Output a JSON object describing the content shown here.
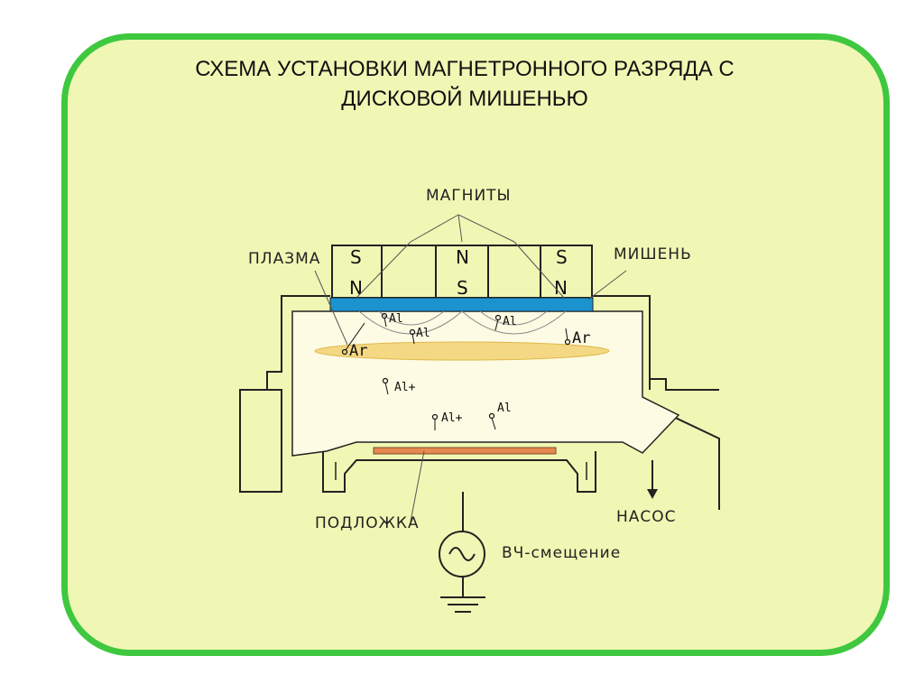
{
  "title": {
    "line1": "СХЕМА УСТАНОВКИ МАГНЕТРОННОГО РАЗРЯДА С",
    "line2": "ДИСКОВОЙ МИШЕНЬЮ"
  },
  "labels": {
    "magnets": "МАГНИТЫ",
    "plasma": "ПЛАЗМА",
    "target": "МИШЕНЬ",
    "substrate": "ПОДЛОЖКА",
    "pump": "НАСОС",
    "rf_bias": "ВЧ-смещение"
  },
  "poles": {
    "top": [
      "S",
      "N",
      "S"
    ],
    "bottom": [
      "N",
      "S",
      "N"
    ]
  },
  "particles": {
    "al": "Al",
    "al_ion": "Al+",
    "ar": "Ar"
  },
  "colors": {
    "frame": "#3fc83f",
    "background": "#f0f7b4",
    "chamber": "#fdfbe3",
    "target": "#1a93cf",
    "plasma": "#f4d884",
    "substrate": "#e68950"
  }
}
